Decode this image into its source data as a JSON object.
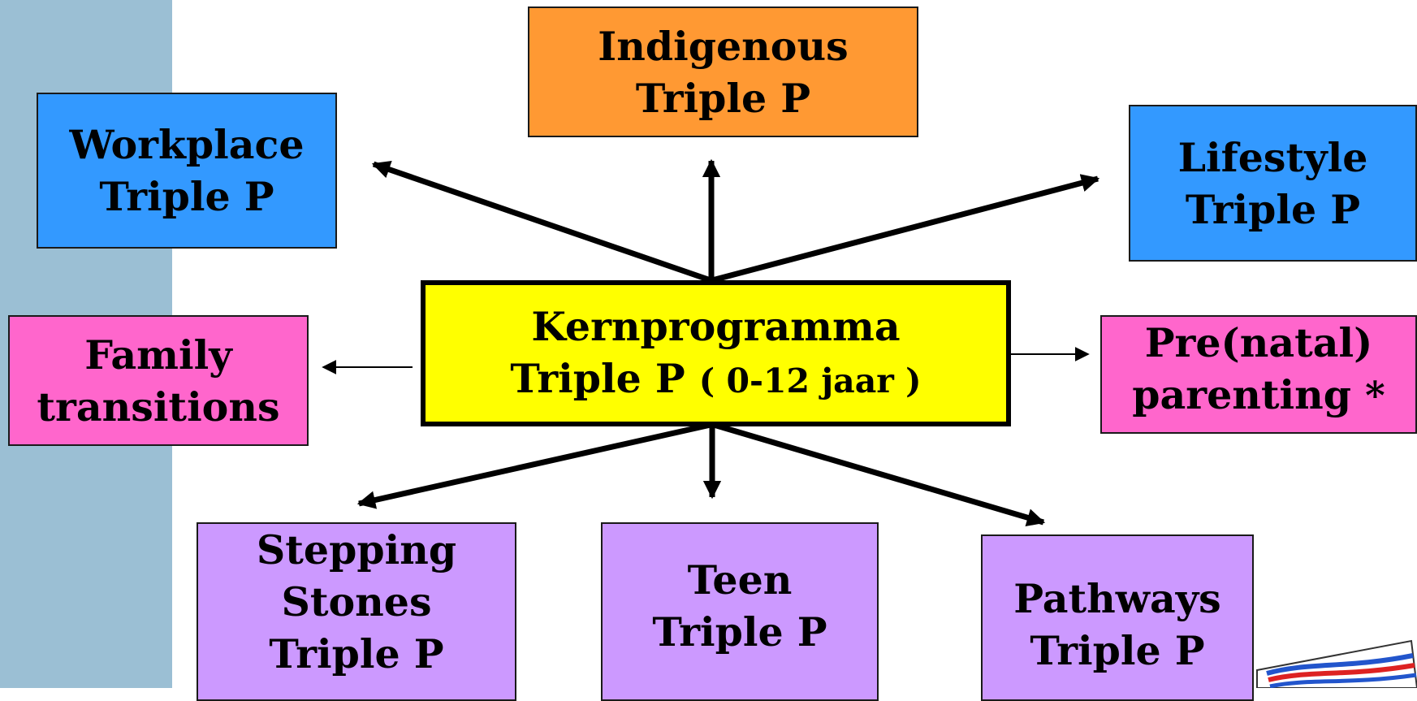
{
  "slide": {
    "core": {
      "line1": "Kernprogramma",
      "line2_main": "Triple P",
      "line2_paren": "( 0-12 jaar )"
    },
    "variants": {
      "indigenous": {
        "line1": "Indigenous",
        "line2": "Triple P"
      },
      "workplace": {
        "line1": "Workplace",
        "line2": "Triple P"
      },
      "lifestyle": {
        "line1": "Lifestyle",
        "line2": "Triple P"
      },
      "family_transitions": {
        "line1": "Family",
        "line2": "transitions"
      },
      "prenatal": {
        "line1": "Pre(natal)",
        "line2": "parenting",
        "asterisk": "*"
      },
      "stepping_stones": {
        "line1": "Stepping",
        "line2": "Stones",
        "line3": "Triple P"
      },
      "teen": {
        "line1": "Teen",
        "line2": "Triple P"
      },
      "pathways": {
        "line1": "Pathways",
        "line2": "Triple P"
      }
    }
  },
  "colors": {
    "sidebar": "#9bbfd4",
    "core": "#ffff00",
    "indigenous": "#ff9933",
    "workplace_lifestyle": "#3399ff",
    "family_prenatal": "#ff66cc",
    "bottom_row": "#cc99ff"
  },
  "logo": {
    "icon": "striped-flag-logo-icon"
  }
}
